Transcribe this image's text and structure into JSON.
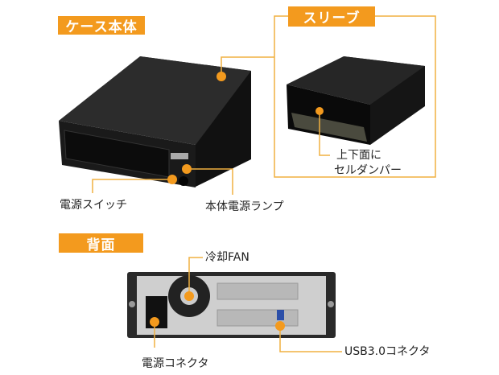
{
  "colors": {
    "accent": "#f39a1e",
    "callout_line": "#f0b040",
    "device": "#1e1e1e",
    "panel": "#c9c9c9"
  },
  "sections": {
    "case_body": "ケース本体",
    "sleeve": "スリーブ",
    "back": "背面"
  },
  "callouts": {
    "sleeve_damper_line1": "上下面に",
    "sleeve_damper_line2": "セルダンパー",
    "power_switch": "電源スイッチ",
    "power_lamp": "本体電源ランプ",
    "cooling_fan": "冷却FAN",
    "power_connector": "電源コネクタ",
    "usb_connector": "USB3.0コネクタ"
  }
}
